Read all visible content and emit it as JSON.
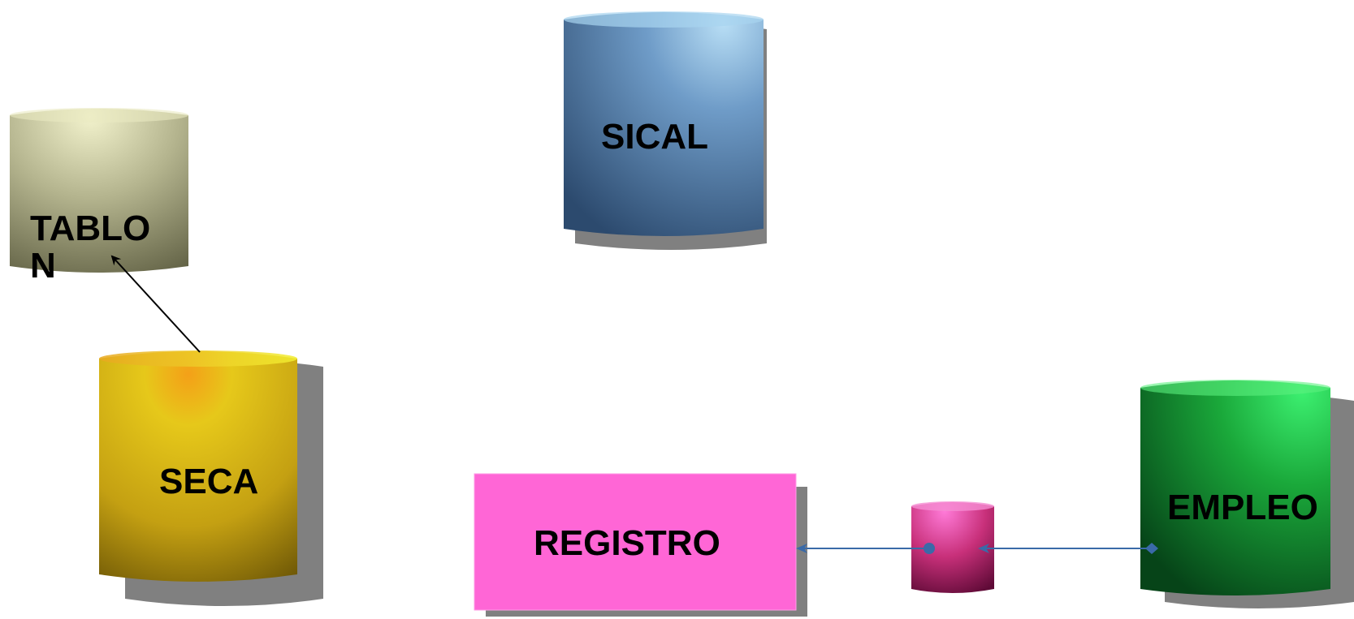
{
  "nodes": {
    "sical": {
      "label": "SICAL",
      "shape": "cylinder",
      "color": "#4f79a8"
    },
    "tablon": {
      "label": "TABLO\nN",
      "shape": "cylinder",
      "color": "#a7a782"
    },
    "seca": {
      "label": "SECA",
      "shape": "cylinder",
      "color": "#d4b414"
    },
    "registro": {
      "label": "REGISTRO",
      "shape": "rectangle",
      "color": "#ff66d6"
    },
    "connector": {
      "label": "",
      "shape": "cylinder",
      "color": "#c8307a"
    },
    "empleo": {
      "label": "EMPLEO",
      "shape": "cylinder",
      "color": "#1aa83a"
    }
  },
  "edges": [
    {
      "from": "seca",
      "to": "tablon",
      "style": "arrow",
      "color": "#000000"
    },
    {
      "from": "connector",
      "to": "registro",
      "style": "arrow-dot-start",
      "color": "#3a6aa8"
    },
    {
      "from": "empleo",
      "to": "connector",
      "style": "arrow-diamond-start",
      "color": "#3a6aa8"
    }
  ]
}
